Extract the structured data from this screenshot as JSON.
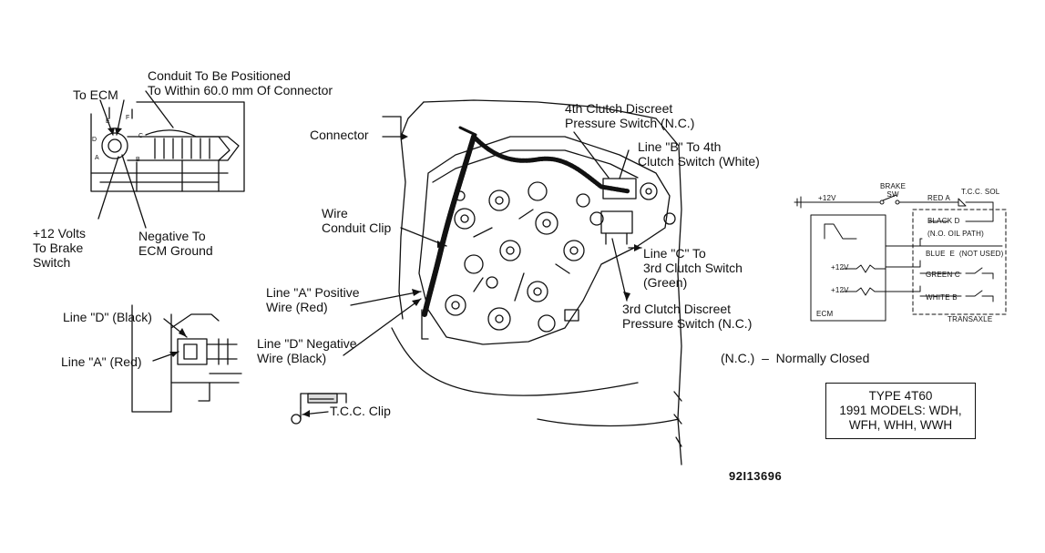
{
  "labels": {
    "conduit_note": "Conduit To Be Positioned\nTo Within 60.0 mm Of Connector",
    "to_ecm": "To ECM",
    "plus12_brake": "+12 Volts\nTo Brake\nSwitch",
    "neg_ecm_ground": "Negative To\nECM Ground",
    "connector": "Connector",
    "wire_conduit_clip": "Wire\nConduit Clip",
    "line_a_positive": "Line \"A\" Positive\nWire (Red)",
    "line_d_negative": "Line \"D\" Negative\nWire (Black)",
    "tcc_clip": "T.C.C. Clip",
    "line_d_black": "Line \"D\" (Black)",
    "line_a_red": "Line \"A\" (Red)",
    "fourth_clutch_switch": "4th Clutch Discreet\nPressure Switch (N.C.)",
    "line_b_4th": "Line \"B\" To 4th\nClutch Switch (White)",
    "line_c_3rd": "Line \"C\" To\n3rd Clutch Switch\n(Green)",
    "third_clutch_switch": "3rd Clutch Discreet\nPressure Switch (N.C.)",
    "nc_legend": "(N.C.)  –  Normally Closed"
  },
  "connector_pins": {
    "e": "E",
    "f": "F",
    "d": "D",
    "c": "C",
    "b": "B",
    "a": "A"
  },
  "schematic": {
    "plus12": "+12V",
    "brake_sw": "BRAKE\nSW",
    "red_a": "RED A",
    "tcc_sol": "T.C.C. SOL",
    "black_d": "BLACK D",
    "no_oil_path": "(N.O. OIL PATH)",
    "blue_e": "BLUE  E  (NOT USED)",
    "plus12_green": "+12V",
    "green_c": "GREEN C",
    "plus12_white": "+12V",
    "white_b": "WHITE B",
    "ecm": "ECM",
    "transaxle": "TRANSAXLE"
  },
  "type_box": {
    "line1": "TYPE 4T60",
    "line2": "1991 MODELS: WDH,",
    "line3": "WFH, WHH, WWH"
  },
  "figure_code": "92I13696"
}
